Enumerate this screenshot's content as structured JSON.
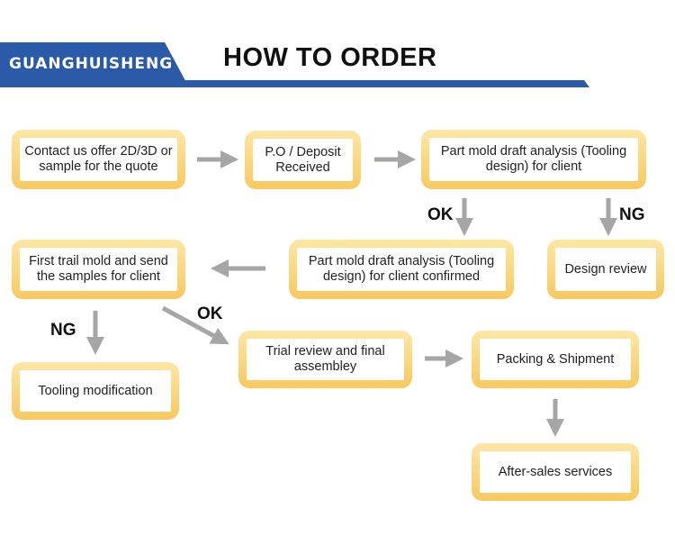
{
  "header": {
    "brand": "GUANGHUISHENG",
    "title": "HOW TO ORDER",
    "brand_color": "#2a5aa8"
  },
  "steps": [
    {
      "id": "contact",
      "text": "Contact us offer 2D/3D or sample for the quote"
    },
    {
      "id": "po-deposit",
      "text": "P.O / Deposit Received"
    },
    {
      "id": "draft-analysis",
      "text": "Part mold draft analysis (Tooling design) for client"
    },
    {
      "id": "draft-confirmed",
      "text": "Part mold draft analysis (Tooling design) for client confirmed"
    },
    {
      "id": "design-review",
      "text": "Design review"
    },
    {
      "id": "first-trail",
      "text": "First trail mold and send the samples for client"
    },
    {
      "id": "tooling-modification",
      "text": "Tooling modification"
    },
    {
      "id": "trial-review",
      "text": "Trial review and final assembley"
    },
    {
      "id": "packing-shipment",
      "text": "Packing & Shipment"
    },
    {
      "id": "after-sales",
      "text": "After-sales services"
    }
  ],
  "labels": {
    "ok_1": "OK",
    "ng_1": "NG",
    "ok_2": "OK",
    "ng_2": "NG"
  },
  "colors": {
    "box_border_top": "#fde7a6",
    "box_border_bottom": "#f8c95f",
    "arrow": "#a6a6a6"
  }
}
